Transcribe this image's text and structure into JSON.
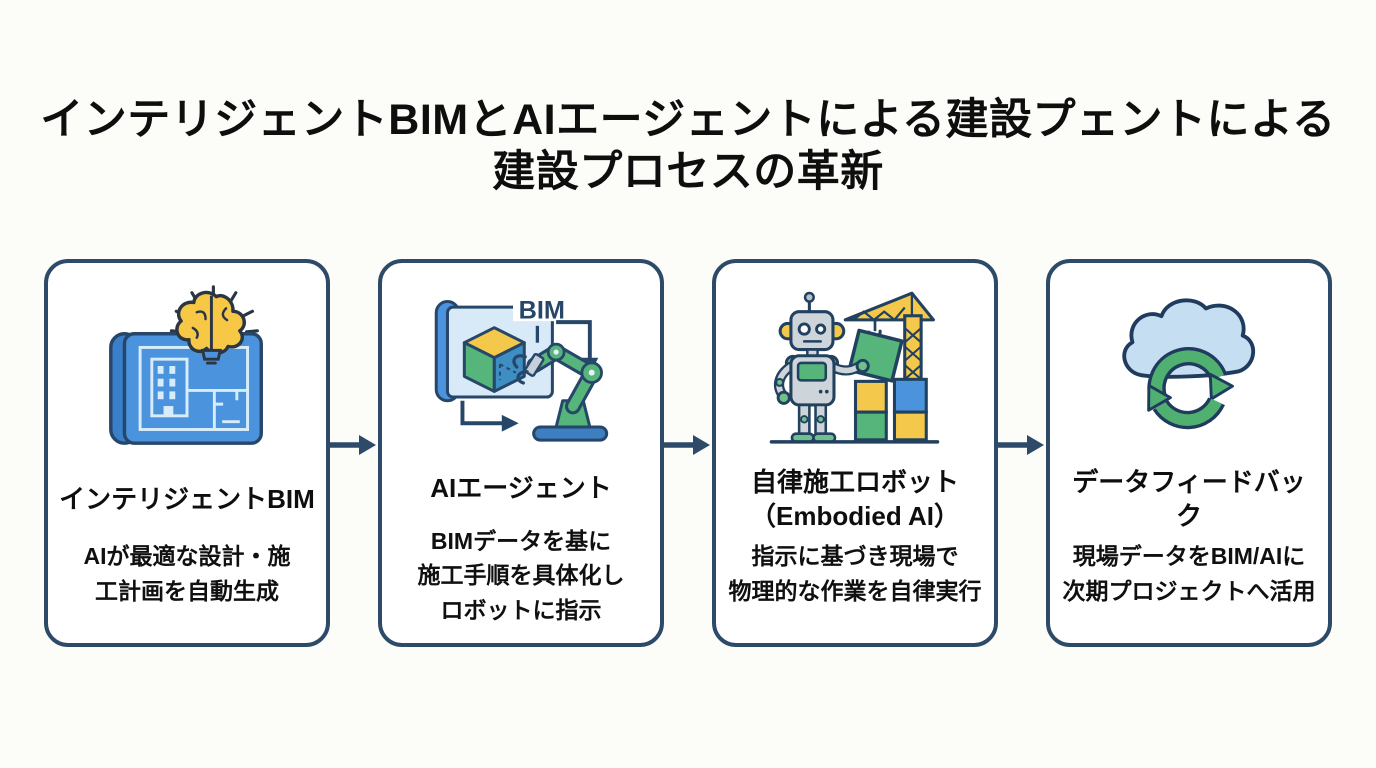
{
  "page": {
    "background": "#fcfcf8",
    "title_lines": [
      "インテリジェントBIMとAIエージェントによる建設プェントによる",
      "建設プロセスの革新"
    ]
  },
  "palette": {
    "card_border": "#2d4a68",
    "card_background": "#ffffff",
    "flow_arrow": "#2d4a68",
    "text": "#111111",
    "icon_blue": "#4b93dc",
    "icon_light_blue": "#d8e9f8",
    "icon_navy": "#27476a",
    "icon_green": "#56b57a",
    "icon_yellow": "#f4c84a",
    "icon_gray": "#ced5da",
    "cloud_fill": "#c6def2",
    "sync_green": "#4fb070"
  },
  "cards": [
    {
      "icon": "blueprint-brain-icon",
      "title_lines": [
        "インテリジェントBIM"
      ],
      "desc_lines": [
        "AIが最適な設計・施",
        "工計画を自動生成"
      ]
    },
    {
      "icon": "bim-to-robot-arm-icon",
      "icon_label": "BIM",
      "title_lines": [
        "AIエージェント"
      ],
      "desc_lines": [
        "BIMデータを基に",
        "施工手順を具体化し",
        "ロボットに指示"
      ]
    },
    {
      "icon": "construction-robot-crane-icon",
      "title_lines": [
        "自律施工ロボット",
        "（Embodied AI）"
      ],
      "desc_lines": [
        "指示に基づき現場で",
        "物理的な作業を自律実行"
      ]
    },
    {
      "icon": "cloud-sync-icon",
      "title_lines": [
        "データフィードバック"
      ],
      "desc_lines": [
        "現場データをBIM/AIに",
        "次期プロジェクトへ活用"
      ]
    }
  ]
}
